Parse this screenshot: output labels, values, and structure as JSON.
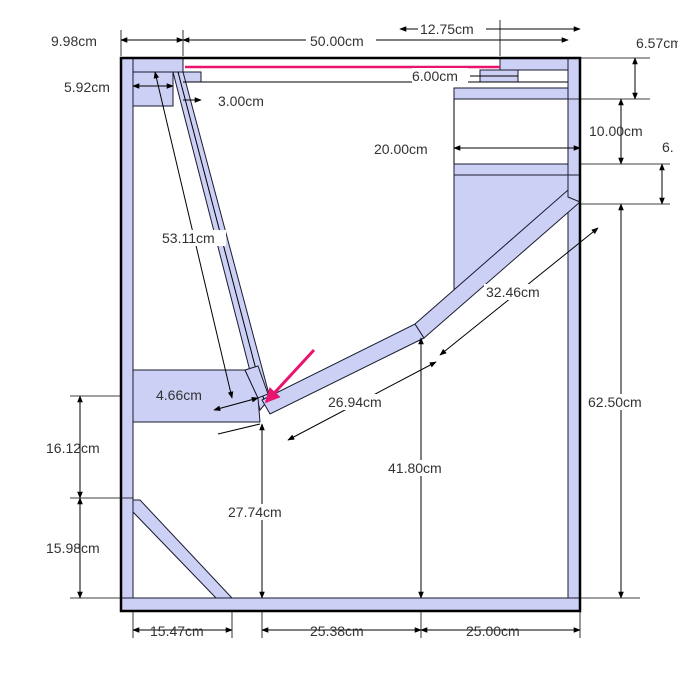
{
  "diagram": {
    "colors": {
      "panel_fill": "#ccd0f5",
      "outline": "#000000",
      "accent": "#e8146e",
      "text": "#333333"
    },
    "dimensions": {
      "top_left_width": "9.98cm",
      "top_span": "50.00cm",
      "top_right_offset": "12.75cm",
      "top_right_height": "6.57cm",
      "left_cap_height": "5.92cm",
      "inner_gap": "3.00cm",
      "slot_width": "6.00cm",
      "shelf_height": "10.00cm",
      "shelf_width": "20.00cm",
      "small_right": "6.",
      "long_panel": "53.11cm",
      "panel_thickness": "4.66cm",
      "upper_slope": "32.46cm",
      "lower_slope": "26.94cm",
      "right_height": "62.50cm",
      "center_height": "41.80cm",
      "inner_height": "27.74cm",
      "left_upper_height": "16.12cm",
      "left_lower_height": "15.98cm",
      "bottom_left": "15.47cm",
      "bottom_middle": "25.38cm",
      "bottom_right": "25.00cm"
    },
    "icons": {
      "pointer": "arrow-icon"
    }
  }
}
